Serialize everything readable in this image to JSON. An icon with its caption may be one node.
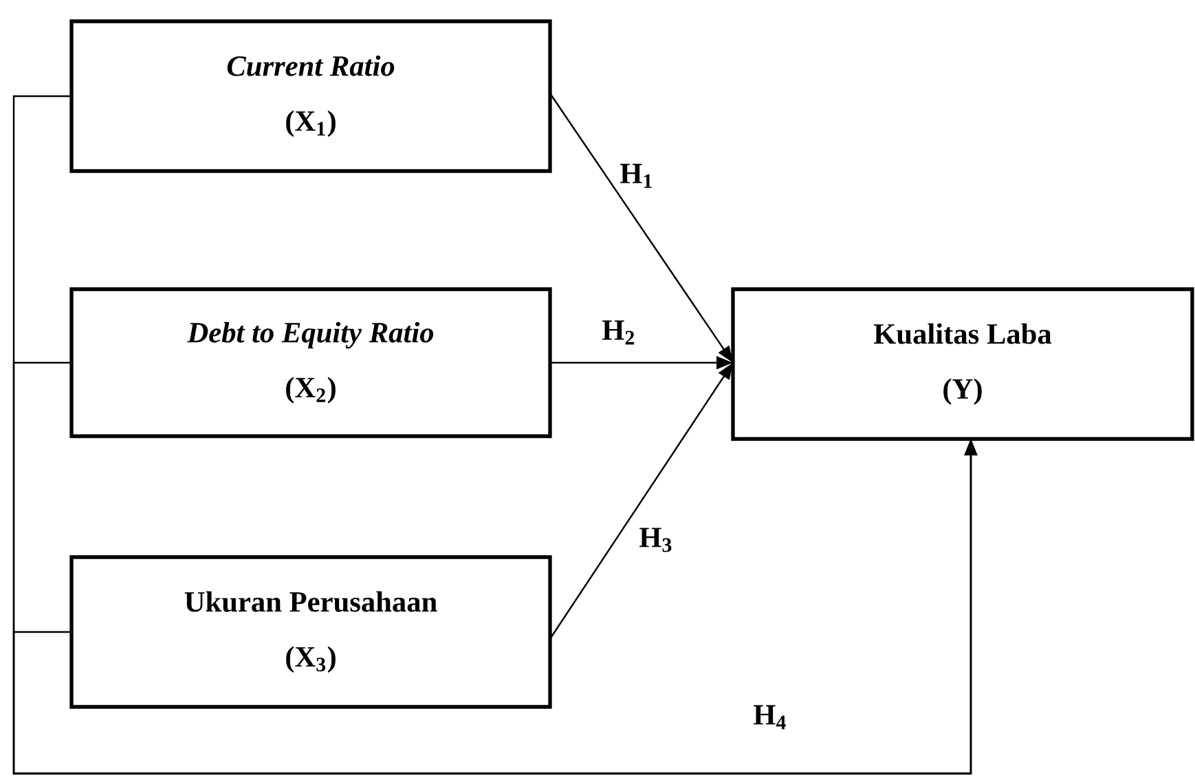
{
  "diagram": {
    "nodes": [
      {
        "text": [
          "Current Ratio",
          "(X$_{1}$)"
        ]
      },
      {
        "text": [
          "Debt to Equity Ratio",
          "(X$_{2}$)"
        ]
      },
      {
        "text": [
          "Ukuran Perusahaan",
          "(X$_{3}$)"
        ]
      },
      {
        "text": [
          "Kualitas Laba",
          "(Y)"
        ]
      }
    ],
    "edges": [
      {
        "from": 0,
        "to": 3,
        "arrow": "to",
        "label": "H$_{1}$"
      },
      {
        "from": 1,
        "to": 3,
        "arrow": "to",
        "label": "H$_{2}$"
      },
      {
        "from": 2,
        "to": 3,
        "arrow": "to",
        "label": "H$_{3}$"
      },
      {
        "from": 0,
        "to": 3,
        "arrow": "to",
        "label": "H$_{4}$"
      },
      {
        "from": 1,
        "to": 3,
        "arrow": "to"
      },
      {
        "from": 2,
        "to": 3,
        "arrow": "to"
      }
    ]
  }
}
